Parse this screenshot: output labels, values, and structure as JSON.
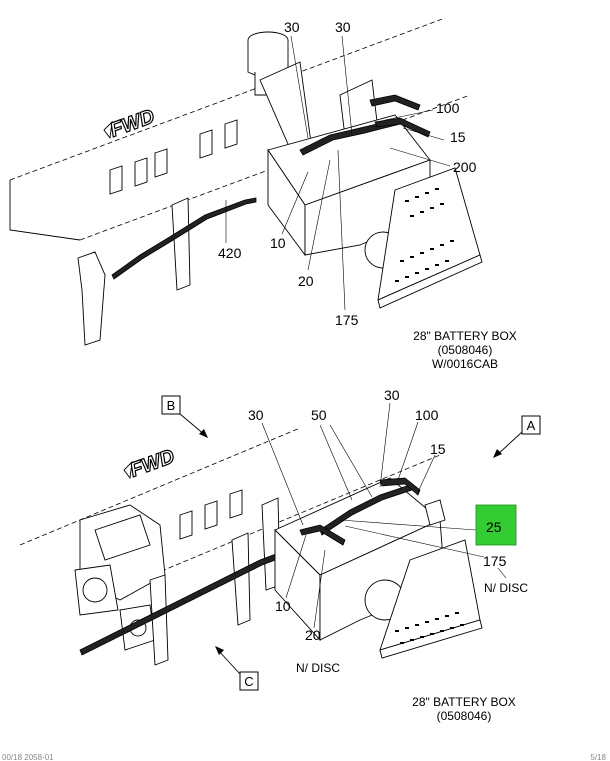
{
  "top_view": {
    "fwd_label": "FWD",
    "callouts": {
      "c30a": "30",
      "c30b": "30",
      "c100": "100",
      "c15": "15",
      "c200": "200",
      "c420": "420",
      "c10": "10",
      "c20": "20",
      "c175": "175"
    },
    "caption": [
      "28\" BATTERY BOX",
      "(0508046)",
      "W/0016CAB"
    ]
  },
  "bottom_view": {
    "fwd_label": "FWD",
    "view_labels": {
      "a": "A",
      "b": "B",
      "c": "C"
    },
    "callouts": {
      "c30a": "30",
      "c50": "50",
      "c30b": "30",
      "c100": "100",
      "c15": "15",
      "c25": "25",
      "c175": "175",
      "c175_note": "N/ DISC",
      "c10": "10",
      "c20": "20",
      "c20_note": "N/ DISC"
    },
    "highlight_color": "#33cc33",
    "caption": [
      "28\" BATTERY BOX",
      "(0508046)"
    ]
  },
  "footer": {
    "left": "00/18 2058-01",
    "right": "5/18"
  }
}
